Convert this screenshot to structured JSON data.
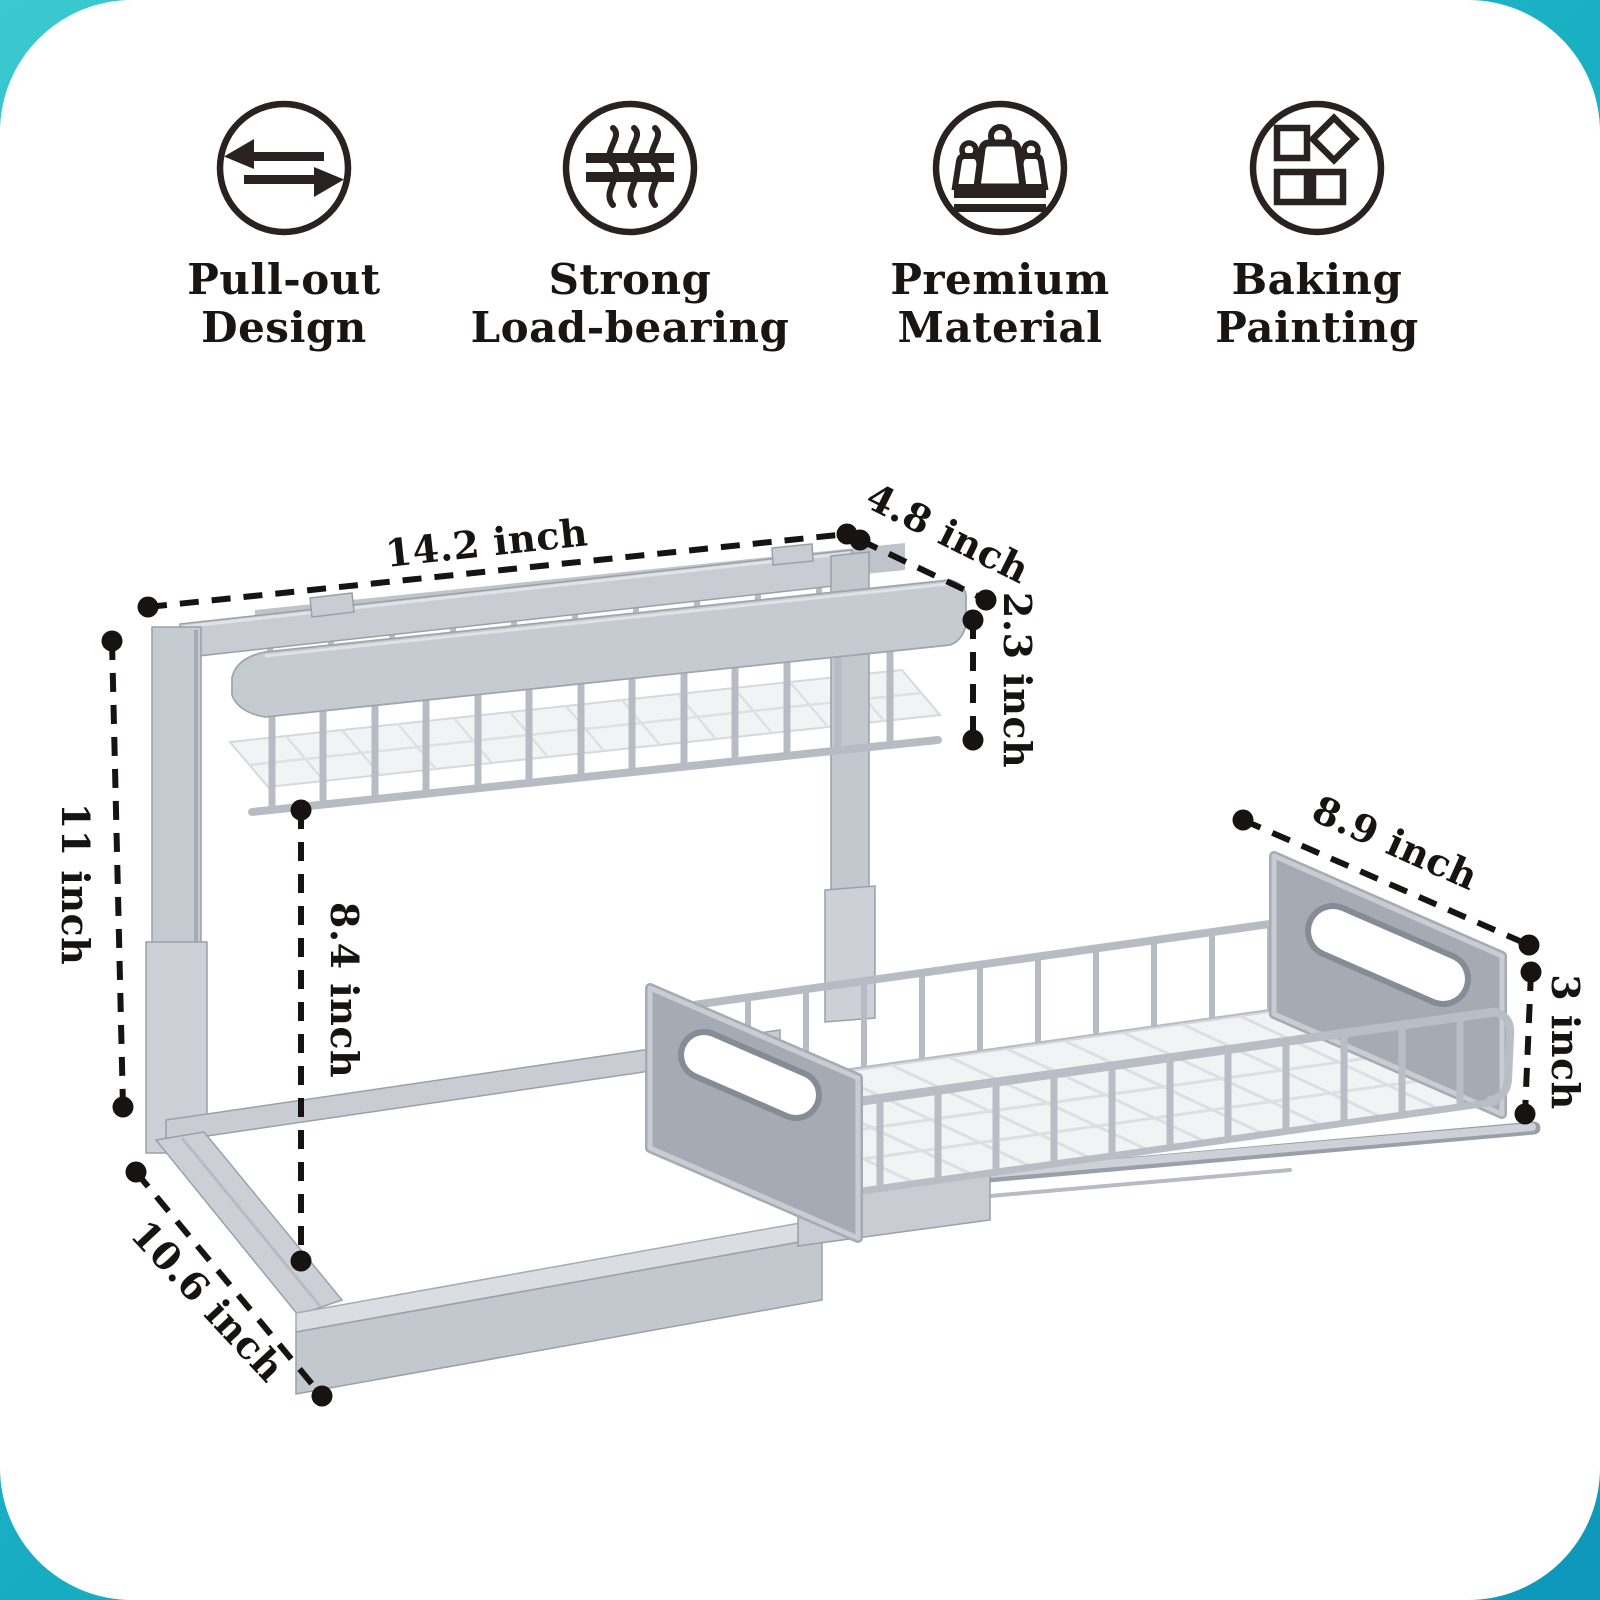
{
  "features": [
    {
      "icon": "pull-out-arrows-icon",
      "line1": "Pull-out",
      "line2": "Design"
    },
    {
      "icon": "load-bearing-bars-icon",
      "line1": "Strong",
      "line2": "Load-bearing"
    },
    {
      "icon": "weights-icon",
      "line1": "Premium",
      "line2": "Material"
    },
    {
      "icon": "baking-paint-shapes-icon",
      "line1": "Baking",
      "line2": "Painting"
    }
  ],
  "dimensions": {
    "top_width": "14.2 inch",
    "top_depth": "4.8 inch",
    "top_basket_height": "2.3 inch",
    "frame_height": "11 inch",
    "tier_gap": "8.4 inch",
    "drawer_depth": "8.9 inch",
    "drawer_height": "3 inch",
    "base_depth": "10.6 inch"
  },
  "colors": {
    "teal_gradient_start": "#3ac9cf",
    "teal_gradient_end": "#0d98ba",
    "card_white": "#ffffff",
    "icon_ink": "#2a2222",
    "dimension_ink": "#171313",
    "metal_light": "#cdd1d7",
    "metal_mid": "#c3c8cf",
    "metal_edge": "#9aa0aa",
    "wire_gray": "#b7bcc4",
    "mesh_white": "#f3f4f6",
    "panel_gray": "#a6abb3"
  }
}
